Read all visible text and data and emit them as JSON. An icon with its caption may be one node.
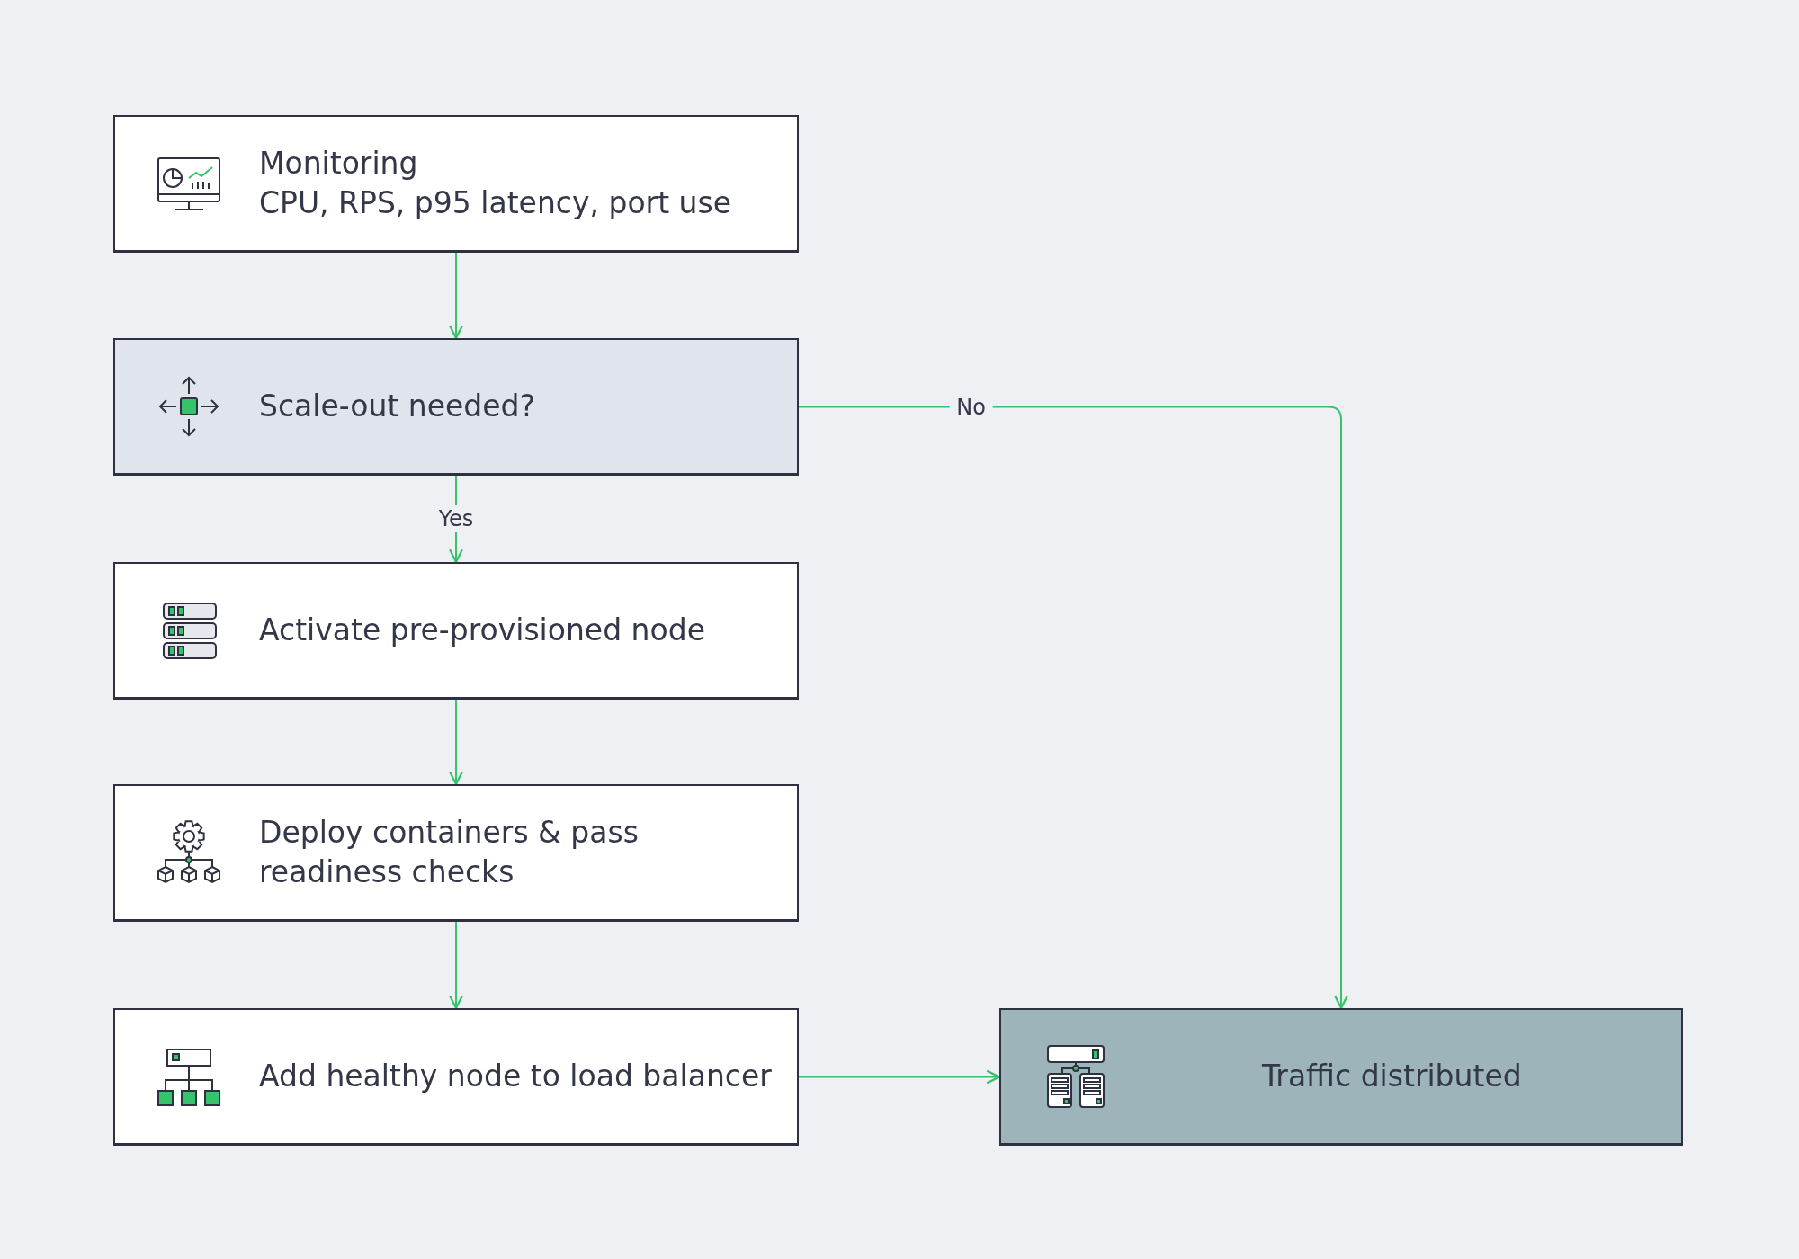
{
  "diagram": {
    "nodes": [
      {
        "text": [
          "Monitoring",
          "CPU, RPS, p95 latency, port use"
        ]
      },
      {
        "text": [
          "Scale-out needed?"
        ]
      },
      {
        "text": [
          "Activate pre-provisioned node"
        ]
      },
      {
        "text": [
          "Deploy containers & pass readiness checks"
        ]
      },
      {
        "text": [
          "Add healthy node to load balancer"
        ]
      },
      {
        "text": [
          "Traffic distributed"
        ]
      }
    ],
    "edges": [
      {
        "from": 0,
        "to": 1,
        "arrow": "to"
      },
      {
        "from": 1,
        "to": 2,
        "arrow": "to",
        "label": "Yes"
      },
      {
        "from": 2,
        "to": 3,
        "arrow": "to"
      },
      {
        "from": 3,
        "to": 4,
        "arrow": "to"
      },
      {
        "from": 4,
        "to": 5,
        "arrow": "to"
      },
      {
        "from": 1,
        "to": 5,
        "arrow": "to",
        "label": "No"
      }
    ]
  }
}
